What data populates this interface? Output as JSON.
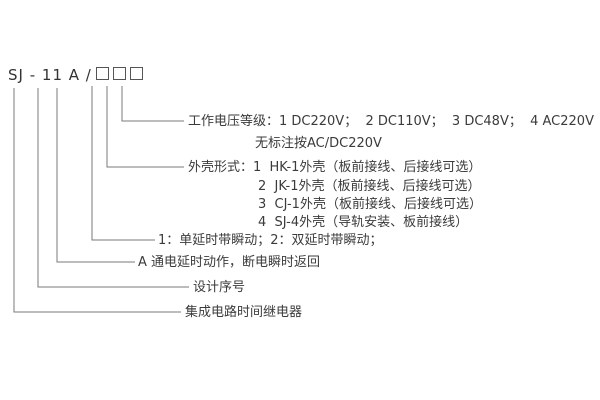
{
  "model": {
    "prefix": "SJ - 11 A /",
    "placeholder_box_count": 3
  },
  "annotations": {
    "voltage": {
      "line1": "工作电压等级：1 DC220V；  2 DC110V；  3 DC48V；  4 AC220V",
      "line2": "无标注按AC/DC220V"
    },
    "case": {
      "line1": "外壳形式：1  HK-1外壳（板前接线、后接线可选）",
      "line2": "2  JK-1外壳（板前接线、后接线可选）",
      "line3": "3  CJ-1外壳（板前接线、后接线可选）",
      "line4": "4  SJ-4外壳（导轨安装、板前接线）"
    },
    "delay_type": "1：单延时带瞬动；2：双延时带瞬动；",
    "action_mode": "A 通电延时动作，断电瞬时返回",
    "design_serial": "设计序号",
    "product_name": "集成电路时间继电器"
  },
  "colors": {
    "text": "#3b3b3b",
    "line": "#7a7a7a",
    "background": "#ffffff"
  }
}
